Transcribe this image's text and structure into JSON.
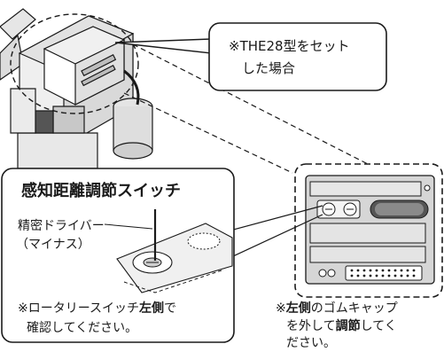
{
  "callout_top": {
    "line1": "※THE28型をセット",
    "line2": "した場合"
  },
  "switch_box": {
    "title": "感知距離調節スイッチ",
    "tool_line1": "精密ドライバー",
    "tool_line2": "（マイナス）",
    "note_line1_a": "※ロータリースイッチ",
    "note_line1_bold": "左側",
    "note_line1_b": "で",
    "note_line2": "確認してください。"
  },
  "right_note": {
    "line1_a": "※",
    "line1_bold1": "左側",
    "line1_b": "のゴムキャップ",
    "line2_a": "を外して",
    "line2_bold": "調節",
    "line2_b": "してく",
    "line3": "ださい。"
  },
  "colors": {
    "line": "#1a1a1a",
    "light_fill": "#e9e9e9",
    "mid_fill": "#cfcfcf",
    "dark_fill": "#555555"
  }
}
